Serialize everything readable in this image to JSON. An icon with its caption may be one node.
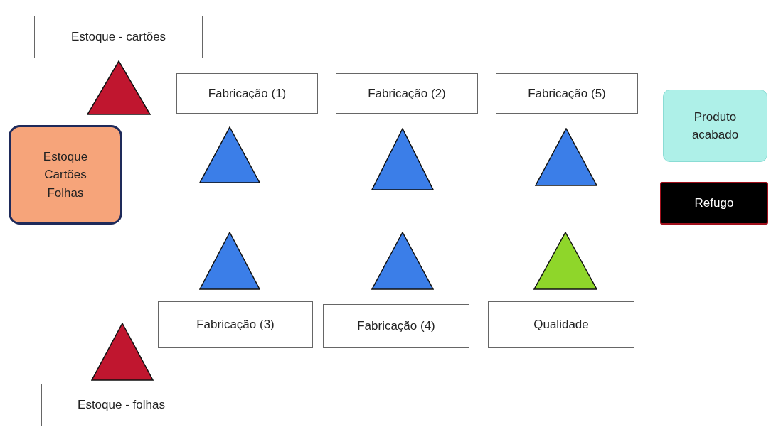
{
  "diagram": {
    "nodes": [
      {
        "text": [
          "Estoque - cartões"
        ]
      },
      {
        "text": [],
        "shape": "triangle"
      },
      {
        "text": [
          "Fabricação (1)"
        ]
      },
      {
        "text": [
          "Fabricação (2)"
        ]
      },
      {
        "text": [
          "Fabricação (5)"
        ]
      },
      {
        "text": [
          "Produto acabado"
        ]
      },
      {
        "text": [
          "Estoque Cartões Folhas"
        ]
      },
      {
        "text": [],
        "shape": "triangle"
      },
      {
        "text": [],
        "shape": "triangle"
      },
      {
        "text": [],
        "shape": "triangle"
      },
      {
        "text": [
          "Refugo"
        ]
      },
      {
        "text": [],
        "shape": "triangle"
      },
      {
        "text": [],
        "shape": "triangle"
      },
      {
        "text": [],
        "shape": "triangle"
      },
      {
        "text": [
          "Fabricação (3)"
        ]
      },
      {
        "text": [
          "Fabricação (4)"
        ]
      },
      {
        "text": [
          "Qualidade"
        ]
      },
      {
        "text": [],
        "shape": "triangle"
      },
      {
        "text": [
          "Estoque - folhas"
        ]
      }
    ]
  }
}
